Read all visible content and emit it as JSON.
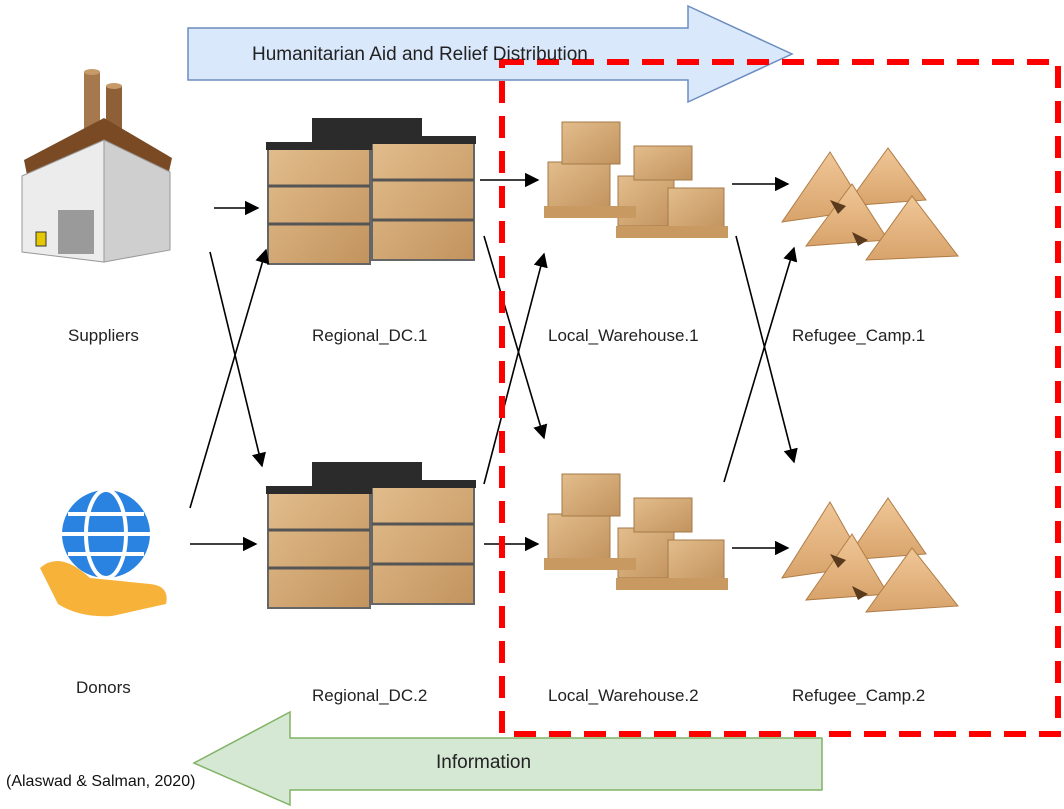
{
  "banners": {
    "top": "Humanitarian Aid and Relief Distribution",
    "bottom": "Information"
  },
  "nodes": {
    "suppliers": "Suppliers",
    "donors": "Donors",
    "regional_dc_1": "Regional_DC.1",
    "regional_dc_2": "Regional_DC.2",
    "local_warehouse_1": "Local_Warehouse.1",
    "local_warehouse_2": "Local_Warehouse.2",
    "refugee_camp_1": "Refugee_Camp.1",
    "refugee_camp_2": "Refugee_Camp.2"
  },
  "citation": "(Alaswad & Salman, 2020)",
  "colors": {
    "top_banner_fill": "#dae8fc",
    "top_banner_stroke": "#6c8ebf",
    "bottom_banner_fill": "#d5e8d4",
    "bottom_banner_stroke": "#82b366",
    "highlight_box": "#ff0000",
    "arrows": "#000000"
  }
}
